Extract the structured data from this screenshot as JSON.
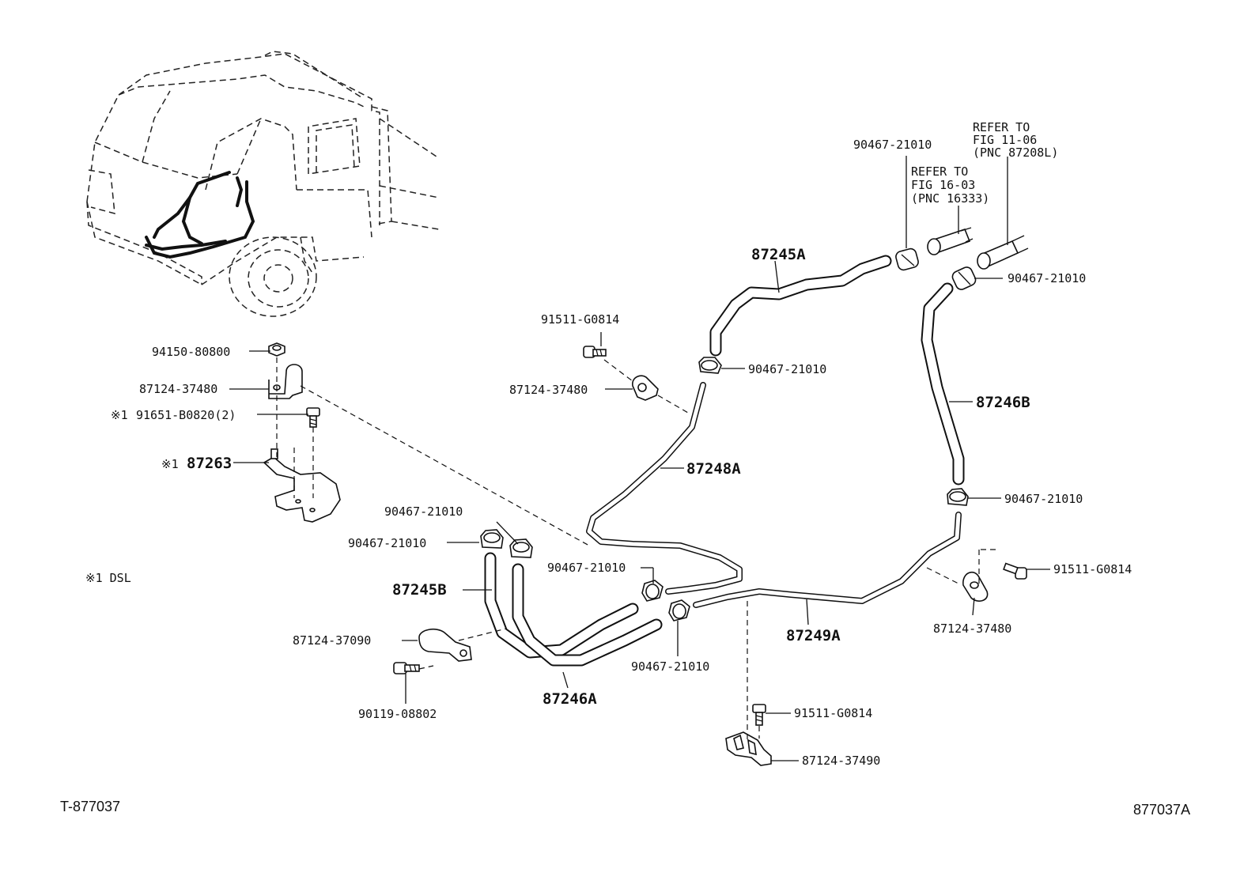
{
  "labels": {
    "refer_fig_11_line1": "REFER TO",
    "refer_fig_11_line2": "FIG 11-06",
    "refer_fig_11_line3": "(PNC 87208L)",
    "refer_fig_16_line1": "REFER TO",
    "refer_fig_16_line2": "FIG 16-03",
    "refer_fig_16_line3": "(PNC 16333)",
    "clamp_top": "90467-21010",
    "clamp_top_right": "90467-21010",
    "hose_87245a": "87245A",
    "bolt_center": "91511-G0814",
    "clamp_center": "90467-21010",
    "clip_center": "87124-37480",
    "hose_87246b": "87246B",
    "hose_87248a": "87248A",
    "clamp_right_mid": "90467-21010",
    "bolt_right": "91511-G0814",
    "clip_right": "87124-37480",
    "nut_left": "94150-80800",
    "clip_left": "87124-37480",
    "bolt_left_prefix": "※1",
    "bolt_left": "91651-B0820(2)",
    "bracket_prefix": "※1",
    "bracket": "87263",
    "clamp_left_upper": "90467-21010",
    "clamp_left_lower": "90467-21010",
    "clamp_mid_upper": "90467-21010",
    "hose_87245b": "87245B",
    "clip_bottom_left": "87124-37090",
    "bolt_bottom_left": "90119-08802",
    "hose_87246a": "87246A",
    "clamp_mid_lower": "90467-21010",
    "hose_87249a": "87249A",
    "bolt_bottom": "91511-G0814",
    "clip_bottom": "87124-37490",
    "note": "※1 DSL",
    "footer_left": "T-877037",
    "footer_right": "877037A"
  }
}
